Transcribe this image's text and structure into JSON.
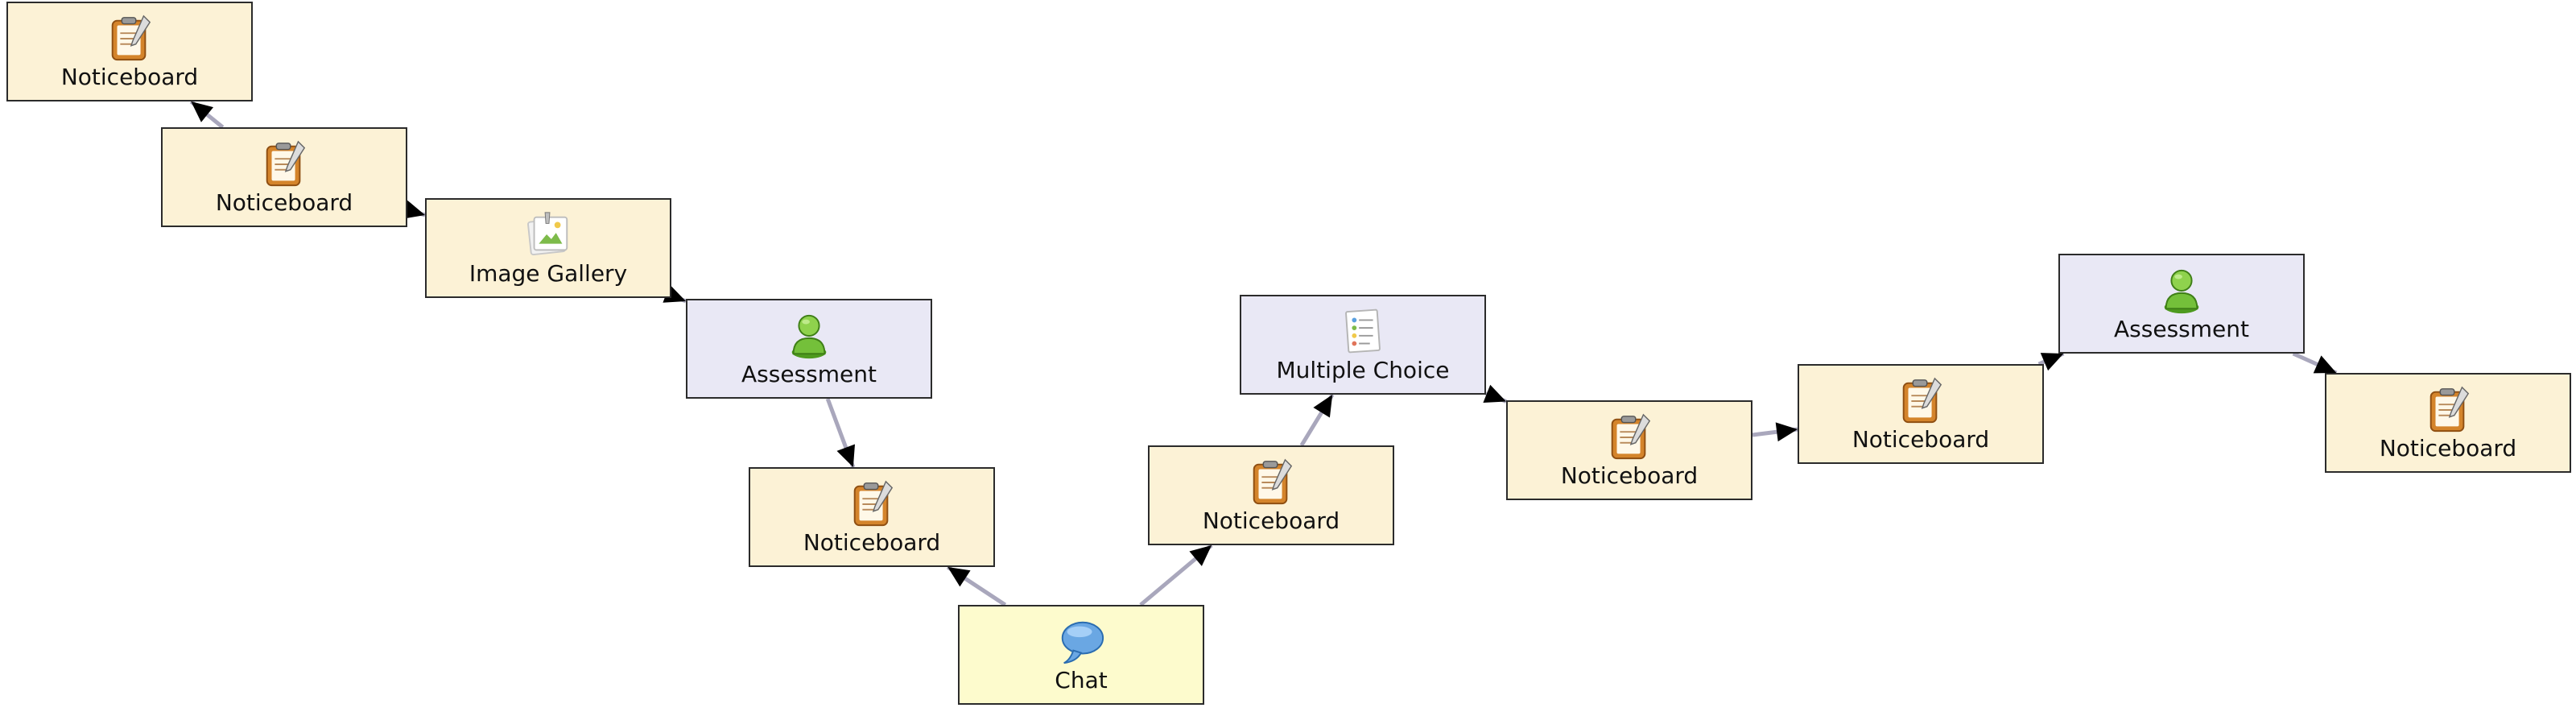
{
  "diagram": {
    "activities": [
      {
        "id": "a1",
        "type": "noticeboard",
        "label": "Noticeboard",
        "icon": "noticeboard-icon"
      },
      {
        "id": "a2",
        "type": "noticeboard",
        "label": "Noticeboard",
        "icon": "noticeboard-icon"
      },
      {
        "id": "a3",
        "type": "gallery",
        "label": "Image Gallery",
        "icon": "image-gallery-icon"
      },
      {
        "id": "a4",
        "type": "assessment",
        "label": "Assessment",
        "icon": "person-icon"
      },
      {
        "id": "a5",
        "type": "noticeboard",
        "label": "Noticeboard",
        "icon": "noticeboard-icon"
      },
      {
        "id": "a6",
        "type": "chat",
        "label": "Chat",
        "icon": "chat-bubble-icon"
      },
      {
        "id": "a7",
        "type": "noticeboard",
        "label": "Noticeboard",
        "icon": "noticeboard-icon"
      },
      {
        "id": "a8",
        "type": "mcq",
        "label": "Multiple Choice",
        "icon": "multiple-choice-icon"
      },
      {
        "id": "a9",
        "type": "noticeboard",
        "label": "Noticeboard",
        "icon": "noticeboard-icon"
      },
      {
        "id": "a10",
        "type": "noticeboard",
        "label": "Noticeboard",
        "icon": "noticeboard-icon"
      },
      {
        "id": "a11",
        "type": "assessment",
        "label": "Assessment",
        "icon": "person-icon"
      },
      {
        "id": "a12",
        "type": "noticeboard",
        "label": "Noticeboard",
        "icon": "noticeboard-icon"
      }
    ],
    "transitions": [
      {
        "from": "a2",
        "to": "a1"
      },
      {
        "from": "a2",
        "to": "a3"
      },
      {
        "from": "a3",
        "to": "a4"
      },
      {
        "from": "a4",
        "to": "a5"
      },
      {
        "from": "a6",
        "to": "a5"
      },
      {
        "from": "a6",
        "to": "a7"
      },
      {
        "from": "a7",
        "to": "a8"
      },
      {
        "from": "a8",
        "to": "a9"
      },
      {
        "from": "a9",
        "to": "a10"
      },
      {
        "from": "a10",
        "to": "a11"
      },
      {
        "from": "a11",
        "to": "a12"
      }
    ],
    "colors": {
      "noticeboard": "#fcf2d6",
      "gallery": "#fcf2d6",
      "assessment": "#e9e8f5",
      "mcq": "#e9e8f5",
      "chat": "#fdfbcd",
      "connector": "#a9a7bc",
      "arrowhead": "#000000",
      "border": "#2b2b2b"
    }
  }
}
